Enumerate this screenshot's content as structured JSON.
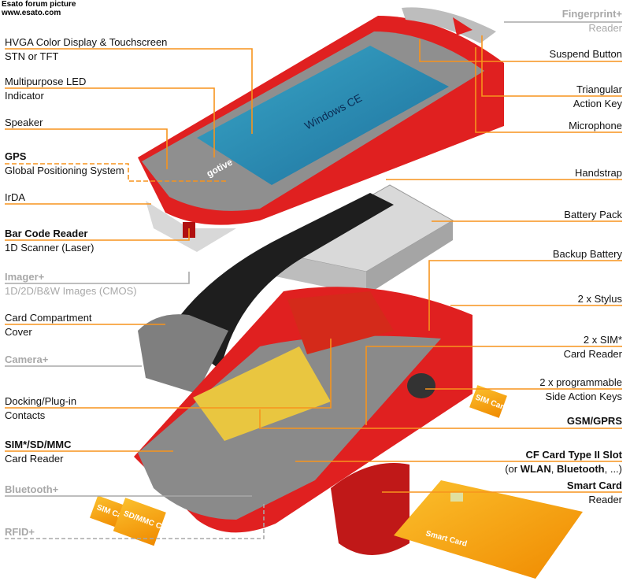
{
  "watermark": {
    "line1": "Esato forum picture",
    "line2": "www.esato.com"
  },
  "left_labels": [
    {
      "title": "HVGA Color Display & Touchscreen",
      "sub": "STN or TFT"
    },
    {
      "title": "Multipurpose LED",
      "sub": "Indicator"
    },
    {
      "title": "Speaker"
    },
    {
      "title": "GPS",
      "sub": "Global Positioning System"
    },
    {
      "title": "IrDA"
    },
    {
      "title": "Bar Code Reader",
      "sub": "1D Scanner (Laser)"
    },
    {
      "title": "Imager+",
      "sub": "1D/2D/B&W Images (CMOS)"
    },
    {
      "title": "Card Compartment",
      "sub": "Cover"
    },
    {
      "title": "Camera+"
    },
    {
      "title": "Docking/Plug-in",
      "sub": "Contacts"
    },
    {
      "title": "SIM*/SD/MMC",
      "sub": "Card Reader"
    },
    {
      "title": "Bluetooth+"
    },
    {
      "title": "RFID+"
    }
  ],
  "right_labels": [
    {
      "title": "Fingerprint+",
      "sub": "Reader"
    },
    {
      "title": "Suspend Button"
    },
    {
      "title": "Triangular",
      "sub": "Action Key"
    },
    {
      "title": "Microphone"
    },
    {
      "title": "Handstrap"
    },
    {
      "title": "Battery Pack"
    },
    {
      "title": "Backup Battery"
    },
    {
      "title": "2 x Stylus"
    },
    {
      "title": "2 x SIM*",
      "sub": "Card Reader"
    },
    {
      "title": "2 x programmable",
      "sub": "Side Action Keys"
    },
    {
      "title": "GSM/GPRS"
    },
    {
      "title": "CF Card Type II Slot",
      "sub_pre": "(or ",
      "sub_b1": "WLAN",
      "sub_mid": ", ",
      "sub_b2": "Bluetooth",
      "sub_post": ", ...)"
    },
    {
      "title": "Smart Card",
      "sub": "Reader"
    }
  ],
  "device": {
    "screen_text": "Windows CE",
    "brand": "gotive"
  },
  "cards": {
    "sim_left": "SIM Card",
    "sd": "SD/MMC Card",
    "sim_right": "SIM Card",
    "smart": "Smart Card"
  },
  "colors": {
    "accent": "#f7941d",
    "device_red": "#e02020",
    "device_gray": "#8c8c8c",
    "optional_gray": "#a8a8a8"
  }
}
